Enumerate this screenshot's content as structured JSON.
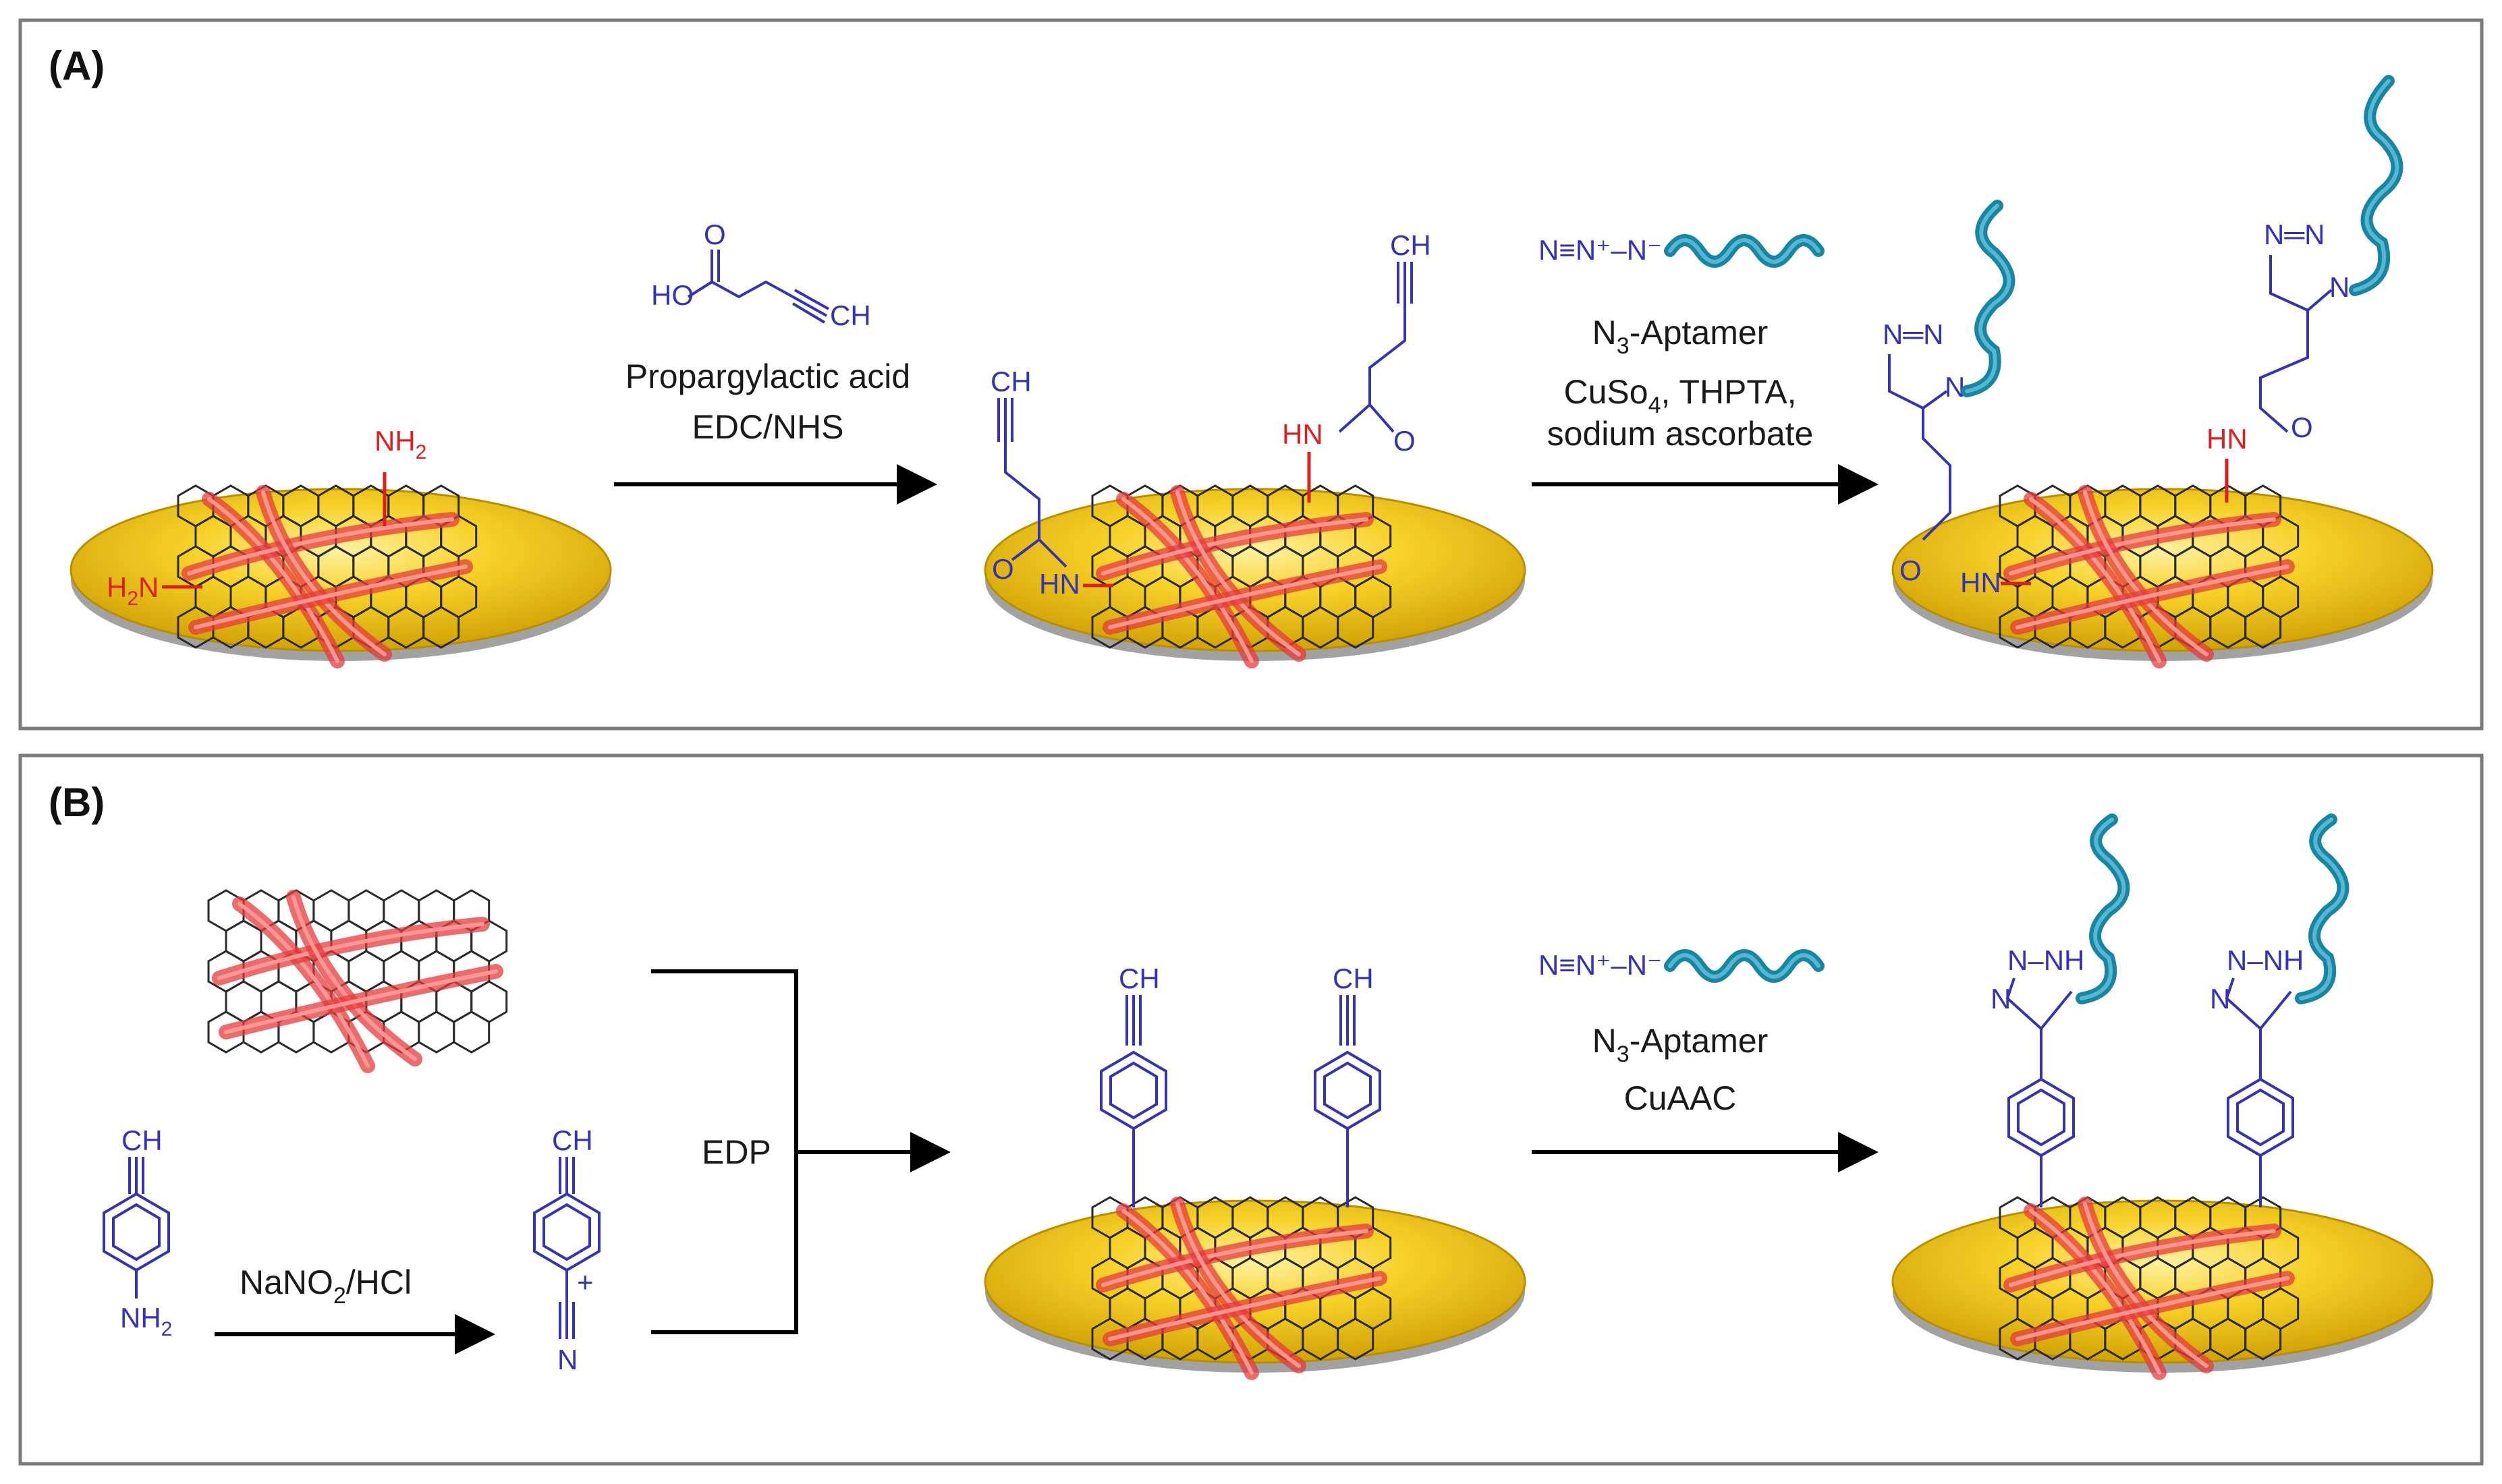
{
  "panels": {
    "a": {
      "label": "(A)"
    },
    "b": {
      "label": "(B)"
    }
  },
  "panel_a": {
    "amine_top": "NH",
    "amine_top_sub": "2",
    "amine_left": "H",
    "amine_left_sub": "2",
    "amine_left_tail": "N",
    "reagent_label": "Propargylactic acid",
    "reagent_cond": "EDC/NHS",
    "acid_ho": "HO",
    "acid_o": "O",
    "acid_ch": "CH",
    "mid_ch_left": "CH",
    "mid_ch_right": "CH",
    "mid_hn_left": "HN",
    "mid_hn_right": "HN",
    "mid_o_left": "O",
    "mid_o_right": "O",
    "aptamer_main": "N",
    "aptamer_sub": "3",
    "aptamer_tail": "-Aptamer",
    "azide_text": "N≡N⁺–N⁻",
    "cond1_main": "CuSo",
    "cond1_sub": "4",
    "cond1_tail": ", THPTA,",
    "cond2": "sodium ascorbate",
    "prod_triazole_left": "N═N",
    "prod_triazole_right": "N═N",
    "prod_n_left": "N",
    "prod_n_right": "N",
    "prod_hn_left": "HN",
    "prod_hn_right": "HN",
    "prod_o_left": "O",
    "prod_o_right": "O"
  },
  "panel_b": {
    "edp": "EDP",
    "sm_ch": "CH",
    "sm_nh": "NH",
    "sm_nh_sub": "2",
    "cond_main": "NaNO",
    "cond_sub": "2",
    "cond_tail": "/HCl",
    "diazo_ch": "CH",
    "diazo_plus": "+",
    "diazo_n": "N",
    "mid_ch_left": "CH",
    "mid_ch_right": "CH",
    "aptamer_main": "N",
    "aptamer_sub": "3",
    "aptamer_tail": "-Aptamer",
    "azide_text": "N≡N⁺–N⁻",
    "cond2": "CuAAC",
    "prod_nh_left": "N–NH",
    "prod_nh_right": "N–NH",
    "prod_n_left": "N",
    "prod_n_right": "N"
  },
  "colors": {
    "substrate": "#f5cd1f",
    "bond_blue": "#3333b5",
    "bond_red": "#dd1f1f",
    "helix": "#1a85a3",
    "panel_border": "#7a7a7a"
  }
}
